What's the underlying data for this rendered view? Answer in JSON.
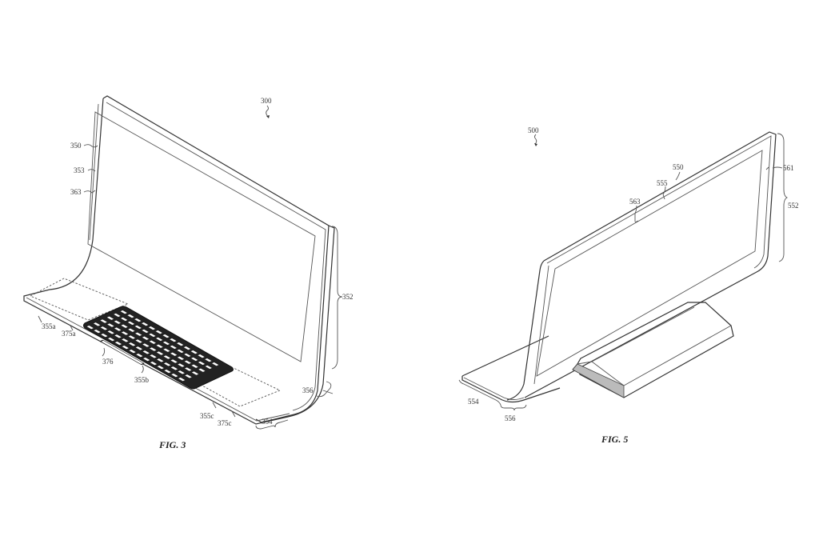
{
  "figures": [
    {
      "caption": "FIG. 3",
      "ref": "300",
      "labels": {
        "l350": "350",
        "l353": "353",
        "l363": "363",
        "l352": "352",
        "l355a": "355a",
        "l375a": "375a",
        "l376": "376",
        "l355b": "355b",
        "l355c": "355c",
        "l375c": "375c",
        "l354": "354",
        "l356": "356"
      }
    },
    {
      "caption": "FIG. 5",
      "ref": "500",
      "labels": {
        "l550": "550",
        "l555": "555",
        "l563": "563",
        "l561": "561",
        "l552": "552",
        "l554": "554",
        "l556": "556"
      }
    }
  ],
  "colors": {
    "line": "#333333",
    "background": "#ffffff"
  }
}
